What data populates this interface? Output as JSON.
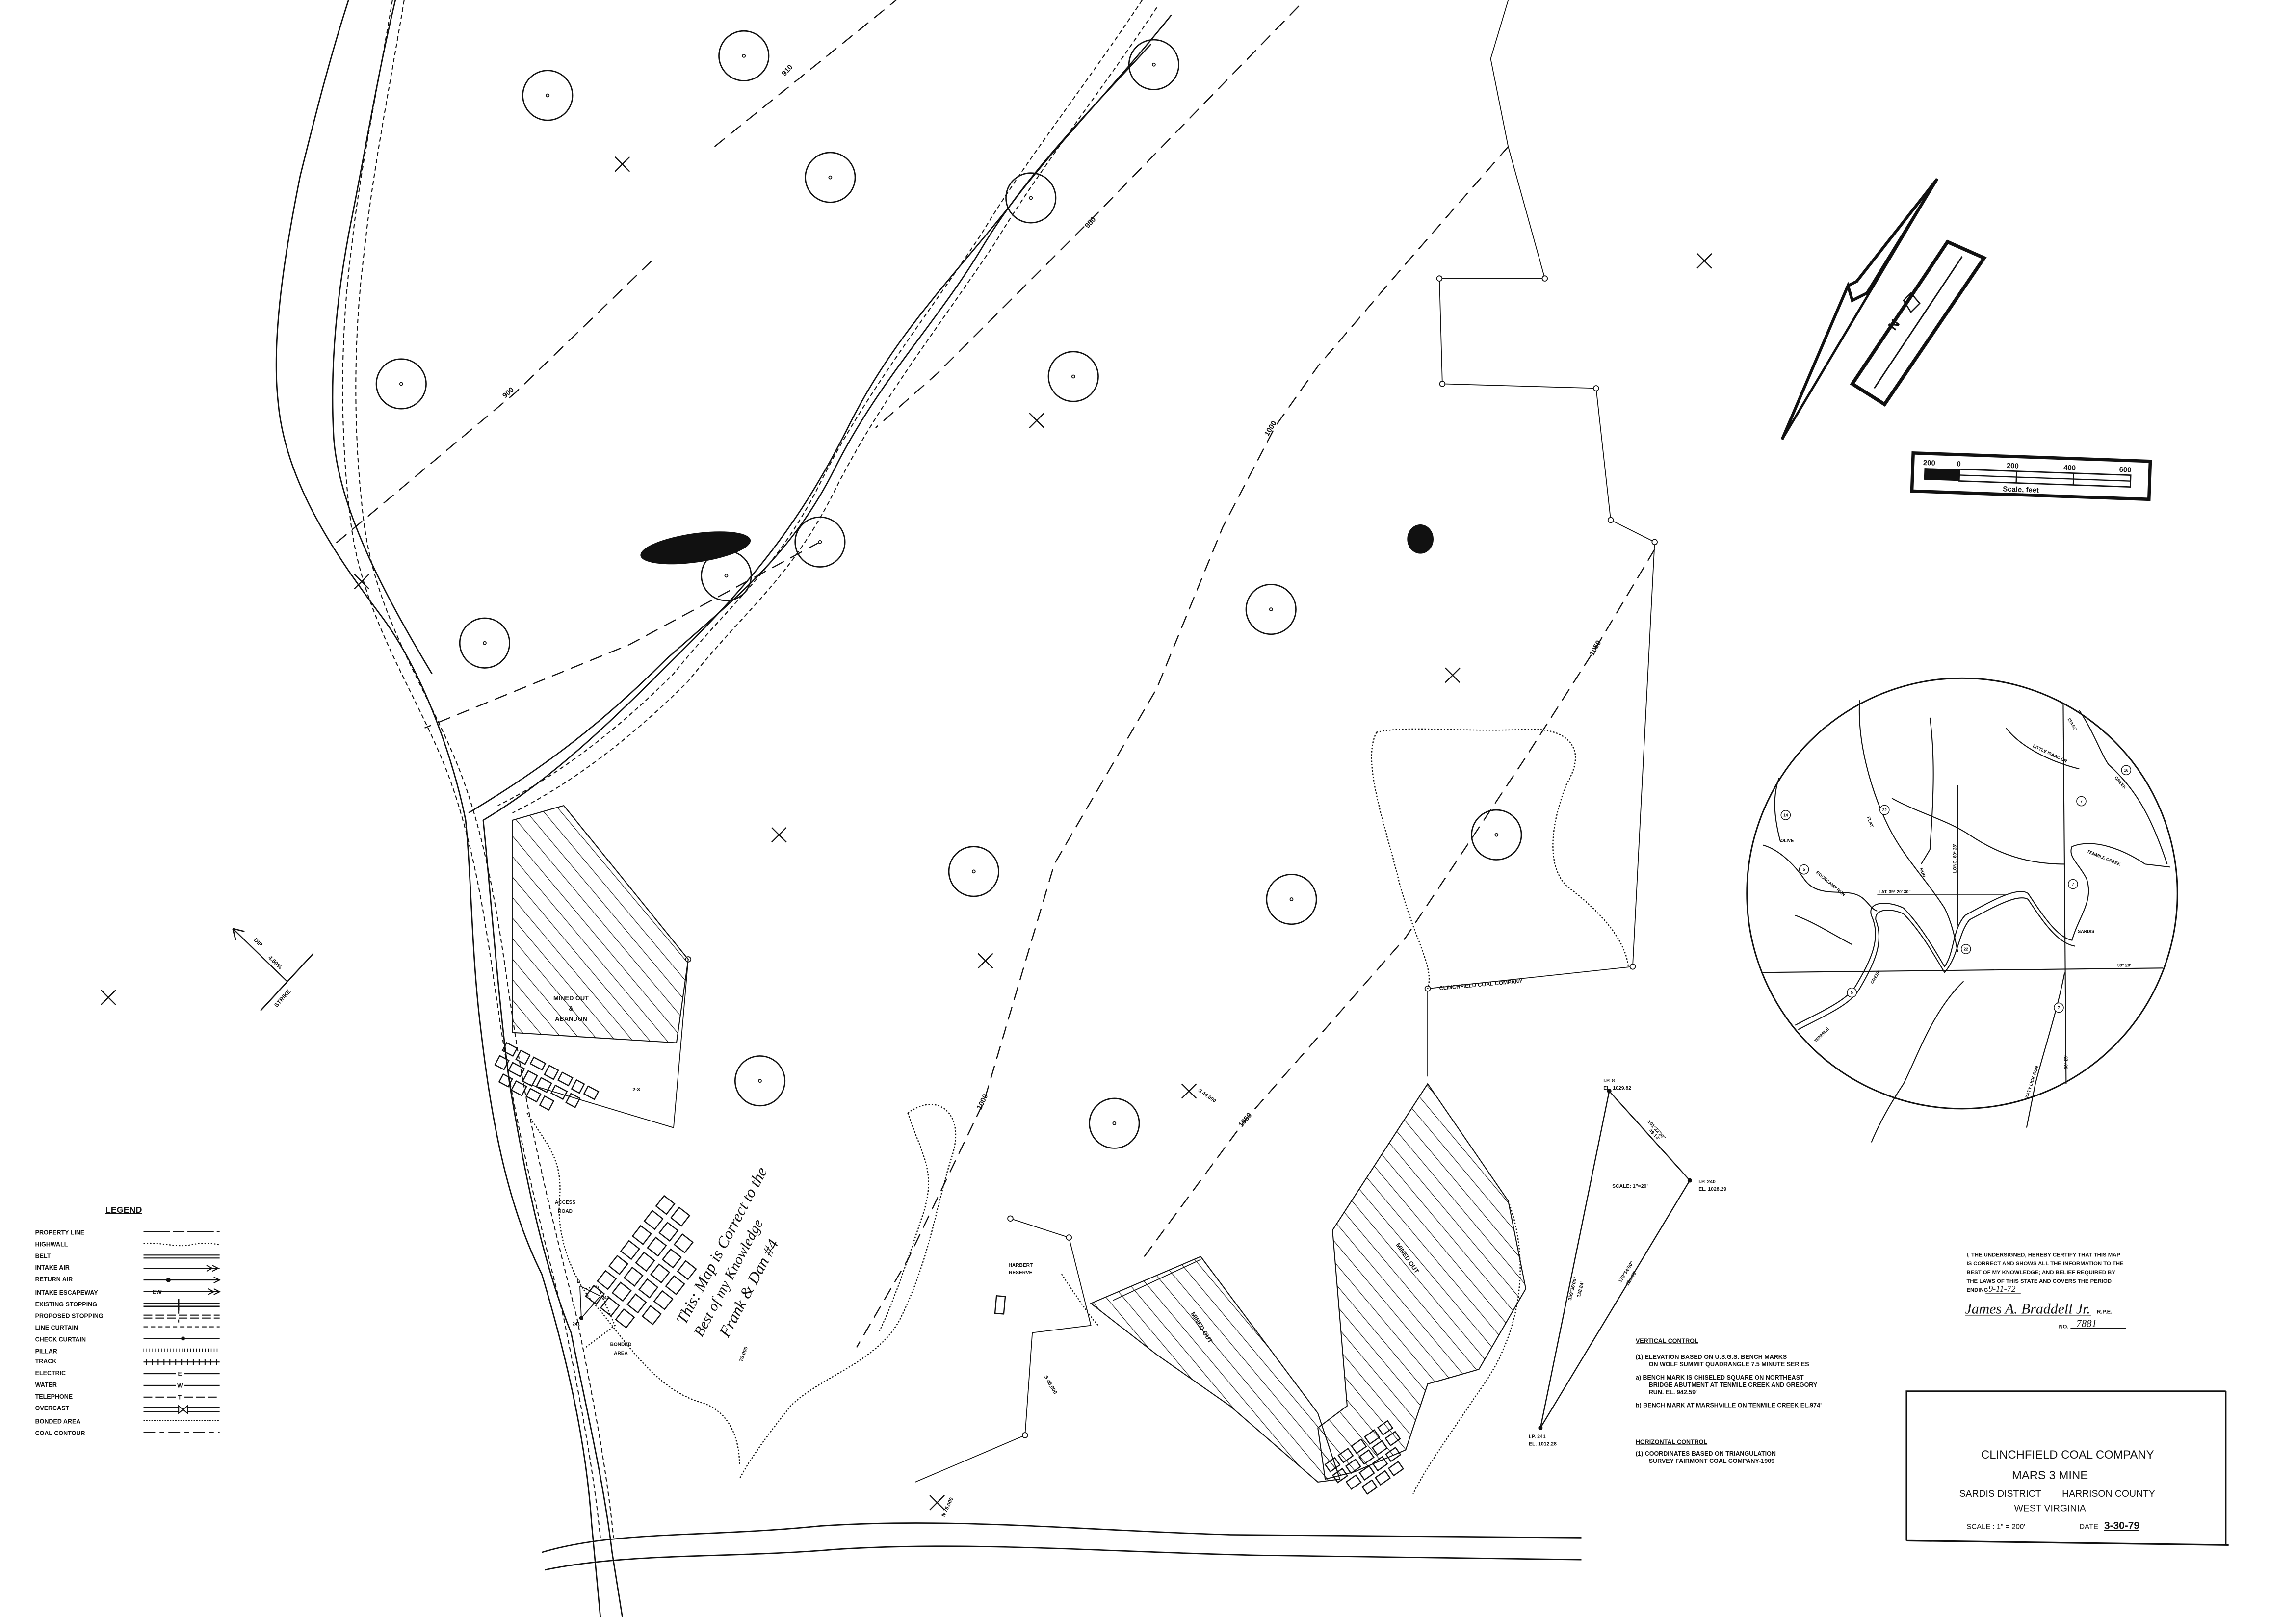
{
  "legend": {
    "title": "LEGEND",
    "items": [
      "PROPERTY LINE",
      "HIGHWALL",
      "BELT",
      "INTAKE AIR",
      "RETURN AIR",
      "INTAKE ESCAPEWAY",
      "EXISTING STOPPING",
      "PROPOSED STOPPING",
      "LINE CURTAIN",
      "CHECK CURTAIN",
      "PILLAR",
      "TRACK",
      "ELECTRIC",
      "WATER",
      "TELEPHONE",
      "OVERCAST",
      "BONDED AREA",
      "COAL CONTOUR"
    ],
    "symbol_letters": {
      "escapeway": "EW",
      "electric": "E",
      "water": "W",
      "telephone": "T"
    }
  },
  "contours": {
    "c910": "910",
    "c950": "950",
    "c900": "900",
    "c1000a": "1000",
    "c1050a": "1050",
    "c1000b": "1000",
    "c1050b": "1050"
  },
  "map_labels": {
    "mined_out_1": "MINED OUT",
    "amp": "&",
    "abandon": "ABANDON",
    "access_road_1": "ACCESS",
    "access_road_2": "ROAD",
    "bonded_area_1": "BONDED",
    "bonded_area_2": "AREA",
    "harbert_1": "HARBERT",
    "harbert_2": "RESERVE",
    "mined_out_2": "MINED OUT",
    "mined_out_3": "MINED OUT",
    "property_owner": "CLINCHFIELD COAL COMPANY",
    "coord_s44000": "S 44,000",
    "coord_s45000": "S 45,000",
    "coord_76000": "76,000",
    "coord_n75000": "N 75,000",
    "dip": "DIP",
    "dip_value": "4.60%",
    "strike": "STRIKE",
    "tri_b": "B",
    "tri_240": "240",
    "tri_241": "241",
    "mine_label": "2-3"
  },
  "handwritten_note": [
    "This: Map is Correct to the",
    "Best of my Knowledge",
    "Frank & Dan #4"
  ],
  "traverse": {
    "ip8": "I.P. 8",
    "ip8_el": "EL. 1029.82",
    "ip240": "I.P. 240",
    "ip240_el": "EL. 1028.29",
    "ip241": "I.P. 241",
    "ip241_el": "EL. 1012.28",
    "scale": "SCALE: 1\"=20'",
    "leg_a_bearing": "101°22'20\"",
    "leg_a_dist": "49.14'",
    "leg_b_bearing": "359°36'00\"",
    "leg_b_dist": "138.84'",
    "leg_c_bearing": "179°54'00\"",
    "leg_c_dist": "120.46'"
  },
  "scale_bar": {
    "ticks": [
      "200",
      "0",
      "200",
      "400",
      "600"
    ],
    "caption": "Scale, feet"
  },
  "north_arrow": {
    "letter": "N"
  },
  "location_map": {
    "olive": "OLIVE",
    "rockcamp_run": "ROCKCAMP RUN",
    "flat_run_1": "FLAT",
    "flat_run_2": "RUN",
    "lat_2030": "LAT. 39° 20' 30\"",
    "long_8028": "LONG. 80° 28'",
    "lat_20": "39° 20'",
    "long_8025": "80° 25'",
    "tenmile_creek_w1": "TENMILE",
    "tenmile_creek_w2": "CREEK",
    "tenmile_creek_e": "TENMILE CREEK",
    "sardis": "SARDIS",
    "katy_lick_run": "KATY LICK RUN",
    "little_isaac": "LITTLE ISAAC CR",
    "isaac": "ISAAC",
    "isaac_creek": "CREEK",
    "routes": [
      "14",
      "5",
      "22",
      "22",
      "5",
      "7",
      "7",
      "16",
      "7"
    ]
  },
  "vertical_control": {
    "title": "VERTICAL CONTROL",
    "lines": [
      "(1) ELEVATION BASED ON U.S.G.S. BENCH MARKS",
      "ON WOLF SUMMIT QUADRANGLE 7.5 MINUTE SERIES",
      "a) BENCH MARK IS CHISELED SQUARE ON NORTHEAST",
      "BRIDGE ABUTMENT AT TENMILE CREEK AND GREGORY",
      "RUN. EL. 942.59'",
      "b) BENCH MARK AT MARSHVILLE ON TENMILE CREEK EL.974'"
    ]
  },
  "horizontal_control": {
    "title": "HORIZONTAL CONTROL",
    "lines": [
      "(1) COORDINATES BASED ON TRIANGULATION",
      "SURVEY FAIRMONT COAL COMPANY-1909"
    ]
  },
  "certification": {
    "lines": [
      "I, THE UNDERSIGNED, HEREBY CERTIFY THAT THIS MAP",
      "IS CORRECT AND SHOWS ALL THE INFORMATION TO THE",
      "BEST OF MY KNOWLEDGE; AND BELIEF REQUIRED BY",
      "THE LAWS OF THIS STATE AND COVERS THE PERIOD"
    ],
    "ending_label": "ENDING",
    "ending_date": "9-11-72",
    "signature": "James A. Braddell Jr.",
    "rpe": "R.P.E.",
    "no_label": "NO.",
    "no_value": "7881"
  },
  "title_block": {
    "company": "CLINCHFIELD COAL COMPANY",
    "mine": "MARS 3 MINE",
    "district": "SARDIS DISTRICT",
    "county": "HARRISON COUNTY",
    "state": "WEST VIRGINIA",
    "scale_label": "SCALE : 1\" = 200'",
    "date_label": "DATE",
    "date_value": "3-30-79"
  }
}
